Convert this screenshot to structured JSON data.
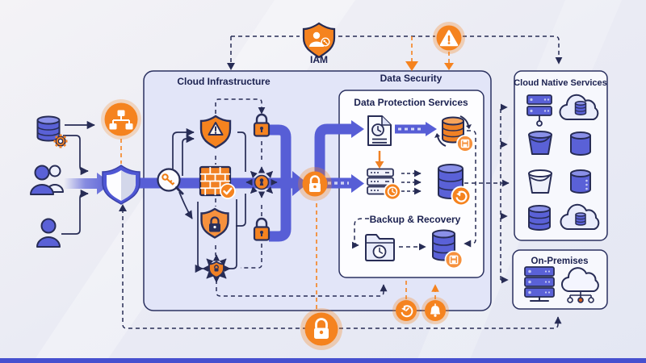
{
  "diagram_title": "Cloud data security architecture diagram",
  "labels": {
    "iam": "IAM",
    "cloud_infrastructure": "Cloud Infrastructure",
    "data_security": "Data Security",
    "data_protection_services": "Data Protection Services",
    "backup_recovery": "Backup & Recovery",
    "cloud_native_services": "Cloud Native Services",
    "on_premises": "On-Premises"
  },
  "colors": {
    "primary_indigo": "#5a61d7",
    "indigo_light": "#8a90e8",
    "navy_stroke": "#272c55",
    "accent_orange": "#f5831f",
    "orange_deep": "#ef7d12",
    "panel_lavender": "#e2e5f8",
    "panel_white": "#fdfdff",
    "background": "#e9eaf3",
    "bottom_strip": "#4650cf"
  },
  "icons": {
    "sources": [
      "database-gear-icon",
      "users-icon",
      "user-icon"
    ],
    "gateway": [
      "network-hierarchy-icon",
      "shield-icon",
      "search-key-icon"
    ],
    "cloud_infrastructure": [
      "alert-shield-icon",
      "firewall-check-icon",
      "lock-shield-icon",
      "spread-shield-icon",
      "padlock-icon",
      "padlock-icon",
      "lock-spread-icon",
      "lock-circle-icon"
    ],
    "top": [
      "iam-shield-icon",
      "warning-circle-icon"
    ],
    "data_protection": [
      "backup-document-icon",
      "sync-database-icon",
      "floppy-badge-icon",
      "server-clock-icon",
      "database-restore-icon",
      "backup-folder-icon",
      "backup-database-icon"
    ],
    "cloud_native": [
      "server-node-icon",
      "cloud-database-icon",
      "bucket-icon",
      "cylinder-icon",
      "bucket-outline-icon",
      "cylinder-dots-icon",
      "database-stack-icon",
      "cloud-database-icon"
    ],
    "on_premises": [
      "server-rack-icon",
      "cloud-network-icon"
    ],
    "bottom": [
      "lock-circle-icon",
      "history-circle-icon",
      "bell-circle-icon"
    ]
  }
}
